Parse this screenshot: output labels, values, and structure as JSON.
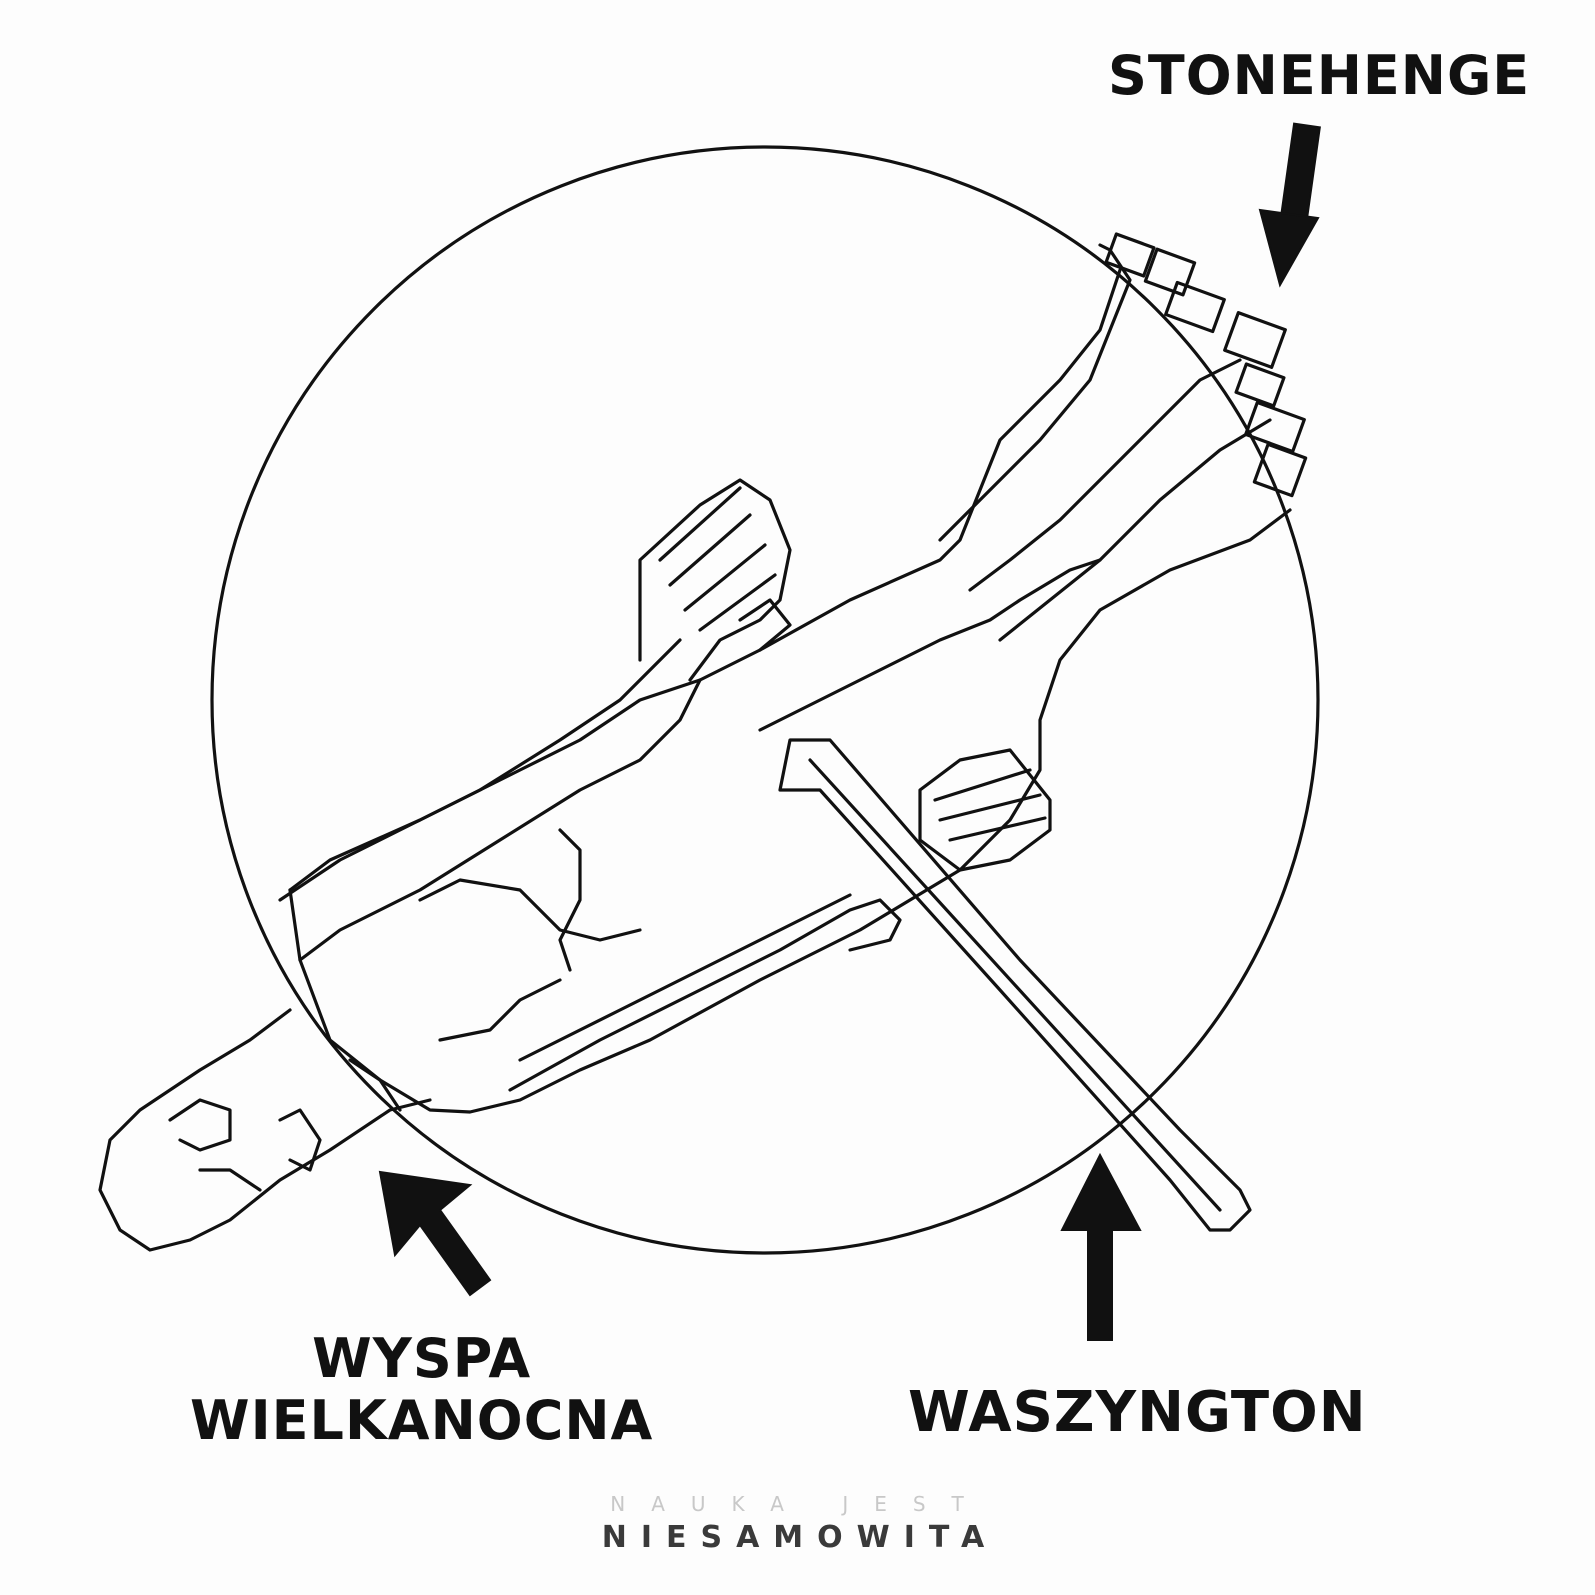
{
  "labels": {
    "stonehenge": "STONEHENGE",
    "wyspa_line1": "WYSPA",
    "wyspa_line2": "WIELKANOCNA",
    "waszyngton": "WASZYNGTON"
  },
  "watermark": {
    "line1": "NAUKA JEST",
    "line2": "NIESAMOWITA"
  },
  "colors": {
    "ink": "#111111",
    "background": "#fdfdfd",
    "watermark_light": "#c8c8c8",
    "watermark_dark": "#3a3a3a"
  },
  "icons": [
    "arrow-down-icon",
    "arrow-up-left-icon",
    "arrow-up-icon"
  ]
}
